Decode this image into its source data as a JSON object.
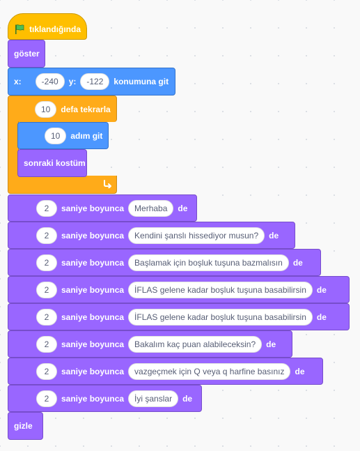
{
  "hat": {
    "label": "tıklandığında",
    "icon": "green-flag-icon"
  },
  "show": {
    "label": "göster"
  },
  "goto": {
    "x_label": "x:",
    "x_value": "-240",
    "y_label": "y:",
    "y_value": "-122",
    "suffix": "konumuna git"
  },
  "repeat": {
    "count": "10",
    "label": "defa tekrarla",
    "icon": "loop-arrow-icon"
  },
  "move": {
    "steps": "10",
    "label": "adım git"
  },
  "next_costume": {
    "label": "sonraki kostüm"
  },
  "say_blocks": [
    {
      "secs": "2",
      "label": "saniye boyunca",
      "message": "Merhaba",
      "suffix": "de"
    },
    {
      "secs": "2",
      "label": "saniye boyunca",
      "message": "Kendini şanslı hissediyor musun?",
      "suffix": "de"
    },
    {
      "secs": "2",
      "label": "saniye boyunca",
      "message": "Başlamak için boşluk tuşuna bazmalısın",
      "suffix": "de"
    },
    {
      "secs": "2",
      "label": "saniye boyunca",
      "message": "İFLAS gelene kadar boşluk tuşuna basabilirsin",
      "suffix": "de"
    },
    {
      "secs": "2",
      "label": "saniye boyunca",
      "message": "İFLAS gelene kadar boşluk tuşuna basabilirsin",
      "suffix": "de"
    },
    {
      "secs": "2",
      "label": "saniye boyunca",
      "message": "Bakalım kaç puan alabileceksin?",
      "suffix": "de"
    },
    {
      "secs": "2",
      "label": "saniye boyunca",
      "message": "vazgeçmek için Q veya q harfine basınız",
      "suffix": "de"
    },
    {
      "secs": "2",
      "label": "saniye boyunca",
      "message": "İyi şanslar",
      "suffix": "de"
    }
  ],
  "hide": {
    "label": "gizle"
  },
  "colors": {
    "events": "#ffbf00",
    "motion": "#4c97ff",
    "control": "#ffab19",
    "looks": "#9966ff"
  }
}
